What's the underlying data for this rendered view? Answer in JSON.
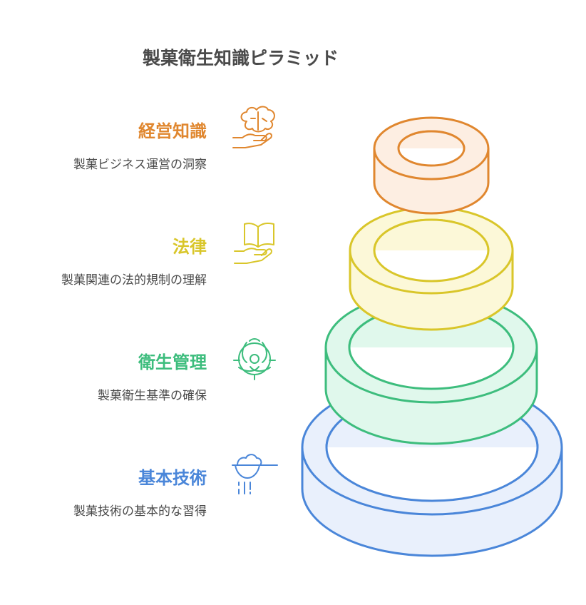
{
  "title": "製菓衛生知識ピラミッド",
  "levels": [
    {
      "label": "経営知識",
      "description": "製菓ビジネス運営の洞察",
      "color": "#e0872f",
      "fill": "#fdeee2",
      "icon": "brain-hand-icon"
    },
    {
      "label": "法律",
      "description": "製菓関連の法的規制の理解",
      "color": "#d9c62a",
      "fill": "#fcf8d8",
      "icon": "book-hand-icon"
    },
    {
      "label": "衛生管理",
      "description": "製菓衛生基準の確保",
      "color": "#3dbd7d",
      "fill": "#e0f8ec",
      "icon": "biohazard-icon"
    },
    {
      "label": "基本技術",
      "description": "製菓技術の基本的な習得",
      "color": "#4a86d9",
      "fill": "#e9f0fc",
      "icon": "shower-cloud-icon"
    }
  ]
}
